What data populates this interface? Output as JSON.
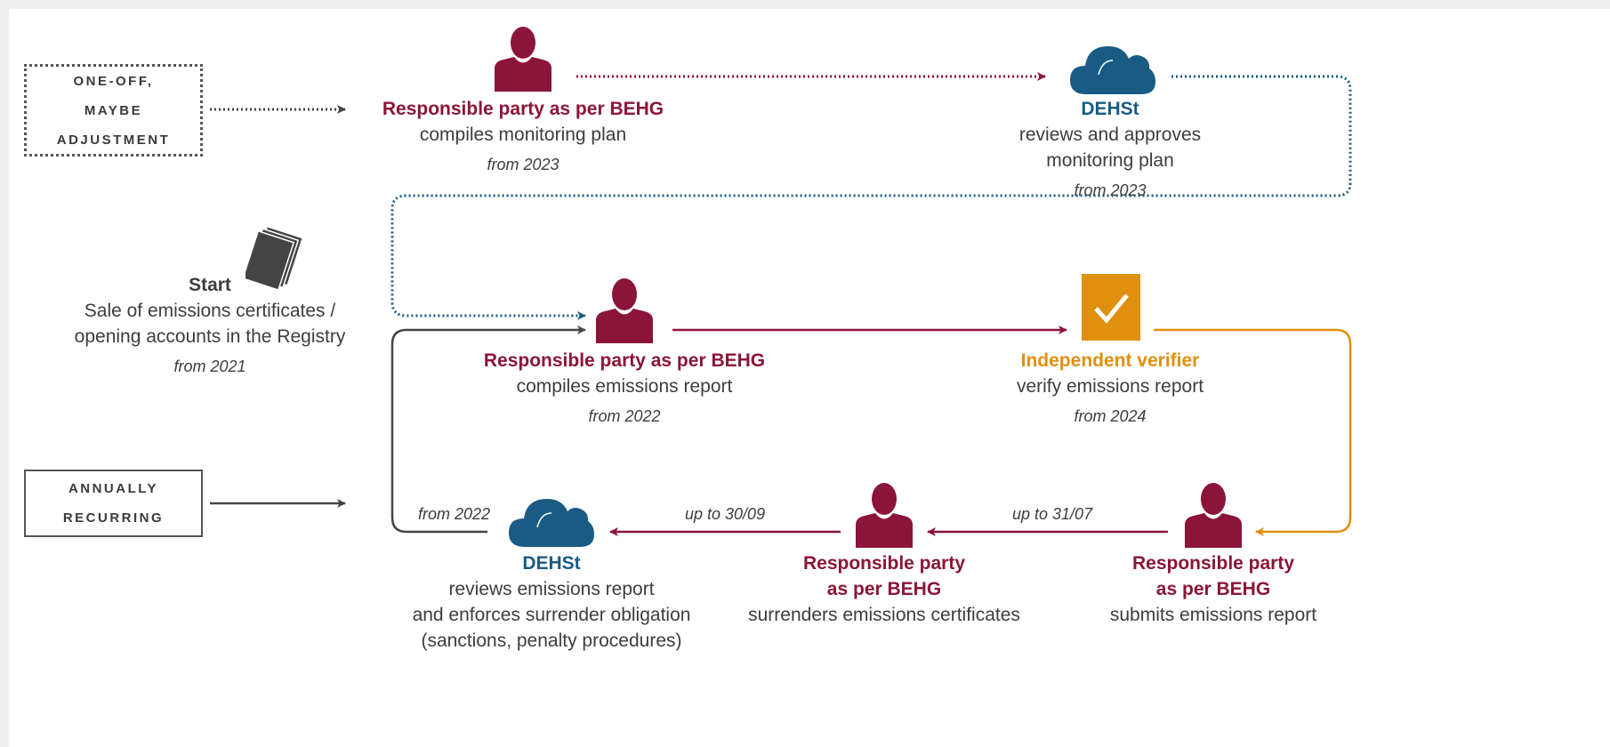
{
  "colors": {
    "maroon": "#8b1538",
    "blue": "#1a5b83",
    "orange": "#e0900f",
    "gray": "#444444"
  },
  "tags": {
    "one_off": [
      "ONE-OFF,",
      "MAYBE",
      "ADJUSTMENT"
    ],
    "annual": [
      "ANNUALLY",
      "RECURRING"
    ]
  },
  "start": {
    "title": "Start",
    "desc1": "Sale of emissions certificates /",
    "desc2": "opening accounts in the Registry",
    "date": "from 2021",
    "icon": "documents-icon"
  },
  "nodes": {
    "mp_compile": {
      "actor": "Responsible party as per BEHG",
      "desc": "compiles monitoring plan",
      "date": "from 2023",
      "icon": "person-icon"
    },
    "mp_review": {
      "actor": "DEHSt",
      "desc1": "reviews and approves",
      "desc2": "monitoring plan",
      "date": "from 2023",
      "icon": "cloud-icon"
    },
    "er_compile": {
      "actor": "Responsible party as per BEHG",
      "desc": "compiles emissions report",
      "date": "from 2022",
      "icon": "person-icon"
    },
    "verifier": {
      "actor": "Independent verifier",
      "desc": "verify emissions report",
      "date": "from 2024",
      "icon": "checkbox-icon"
    },
    "submit": {
      "actor1": "Responsible party",
      "actor2": "as per BEHG",
      "desc": "submits emissions report",
      "icon": "person-icon"
    },
    "surrender": {
      "actor1": "Responsible party",
      "actor2": "as per BEHG",
      "desc": "surrenders emissions certificates",
      "icon": "person-icon"
    },
    "dehst_enforce": {
      "actor": "DEHSt",
      "desc1": "reviews emissions report",
      "desc2": "and enforces surrender obligation",
      "desc3": "(sanctions, penalty procedures)",
      "icon": "cloud-icon"
    }
  },
  "edge_labels": {
    "up_to_31_07": "up to 31/07",
    "up_to_30_09": "up to 30/09",
    "loop_from": "from 2022"
  }
}
